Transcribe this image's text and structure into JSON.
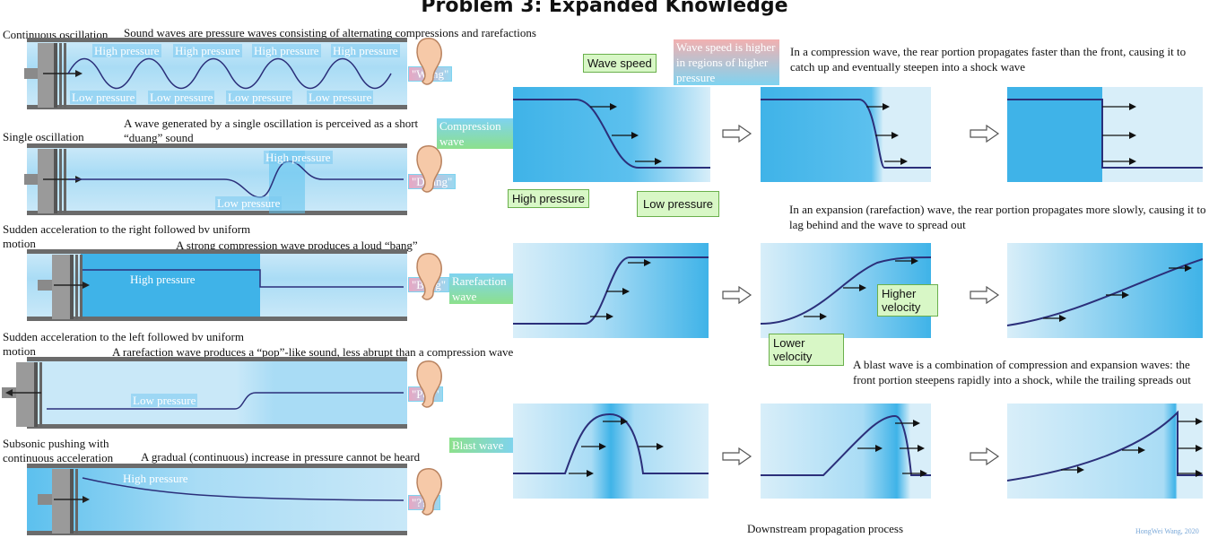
{
  "title": "Problem 3: Expanded Knowledge",
  "left_rows": [
    {
      "label": "Continuous oscillation",
      "desc": "Sound waves are pressure waves consisting of alternating compressions and rarefactions",
      "high": "High pressure",
      "low": "Low pressure",
      "sound": "\"Wong\""
    },
    {
      "label": "Single oscillation",
      "desc": "A wave generated by a single oscillation is perceived as a short “duang” sound",
      "high": "High pressure",
      "low": "Low pressure",
      "sound": "\"Duang\""
    },
    {
      "label": "Sudden acceleration to the right followed bv uniform motion",
      "desc": "A strong compression wave produces a loud “bang”",
      "high": "High pressure",
      "sound": "\"Bang\""
    },
    {
      "label": "Sudden acceleration to the left followed bv uniform motion",
      "desc": "A rarefaction wave produces a “pop”-like sound, less abrupt than a compression wave",
      "low": "Low pressure",
      "sound": "\"Pop\""
    },
    {
      "label": "Subsonic pushing with continuous acceleration",
      "desc": "A gradual (continuous) increase in pressure cannot be heard",
      "high": "High pressure",
      "sound": "\"???\""
    }
  ],
  "wave_types": {
    "compression": "Compression wave",
    "rarefaction": "Rarefaction wave",
    "blast": "Blast wave"
  },
  "callouts": {
    "wave_speed": "Wave speed",
    "high_pressure": "High pressure",
    "low_pressure": "Low pressure",
    "speed_note": "Wave speed is higher in regions of higher pressure",
    "higher_velocity": "Higher velocity",
    "lower_velocity": "Lower velocity"
  },
  "notes": {
    "compression": "In a compression wave, the rear portion propagates faster than the front, causing it to catch up and eventually steepen into a shock wave",
    "expansion": "In an expansion (rarefaction) wave, the rear portion propagates more slowly, causing it to lag behind and the wave to spread out",
    "blast": "A blast wave is a combination of compression and expansion waves: the front portion steepens rapidly into a shock, while the trailing spreads out"
  },
  "footer": "Downstream propagation process",
  "credit": "HongWei Wang, 2020",
  "colors": {
    "tube": "#a9dcf5",
    "deep": "#3fb3e8",
    "curve": "#2b2f7a",
    "callout": "#d8f7c6"
  }
}
